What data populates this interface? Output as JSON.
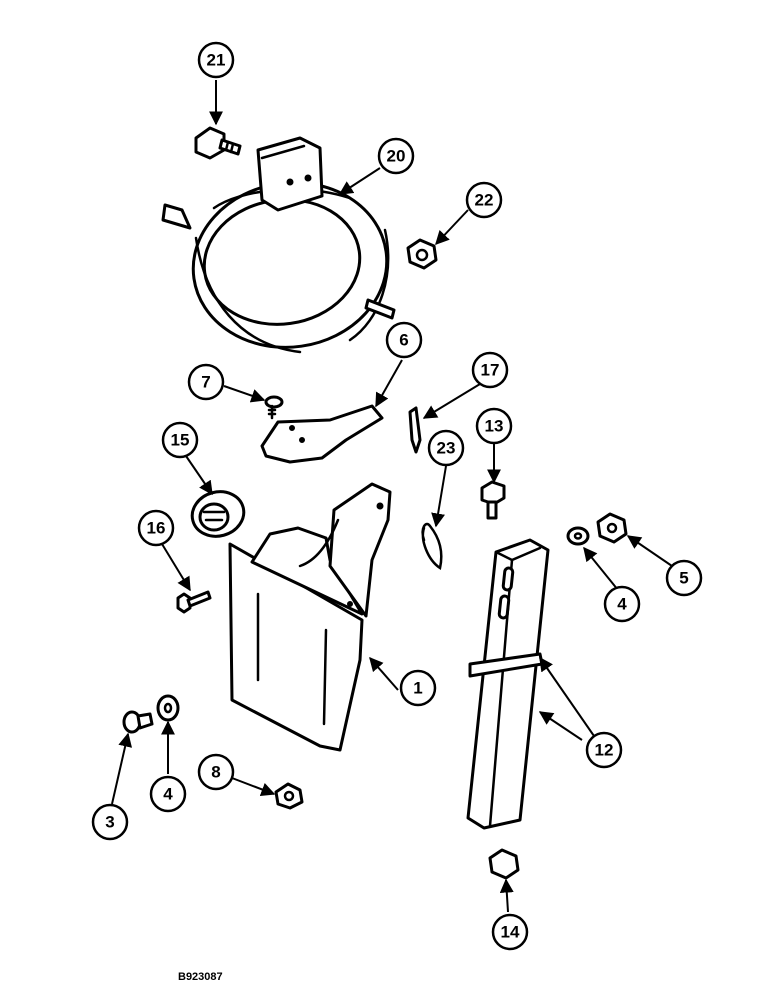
{
  "figure_id": "B923087",
  "callouts": {
    "c1": "1",
    "c3": "3",
    "c4a": "4",
    "c4b": "4",
    "c5": "5",
    "c6": "6",
    "c7": "7",
    "c8": "8",
    "c12": "12",
    "c13": "13",
    "c14": "14",
    "c15": "15",
    "c16": "16",
    "c17": "17",
    "c20": "20",
    "c21": "21",
    "c22": "22",
    "c23": "23"
  },
  "colors": {
    "ink": "#000000",
    "paper": "#ffffff"
  }
}
